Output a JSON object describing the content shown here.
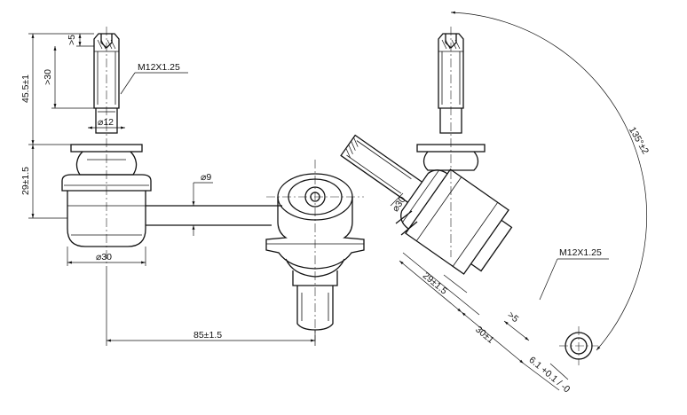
{
  "dimensions": {
    "tip_length": ">5",
    "thread_length": ">30",
    "stud_height": "45.5±1",
    "thread_spec": "M12X1.25",
    "neck_diameter": "⌀12",
    "body_height": "29±1.5",
    "body_diameter": "⌀30",
    "rod_diameter": "⌀9",
    "center_distance": "85±1.5",
    "body_diameter_rotated": "⌀30",
    "body_height_rotated": "29±1.5",
    "thread_spec_rotated": "M12X1.25",
    "tip_length_rotated": ">5",
    "thread_length_rotated": "30±1",
    "hole_offset_rotated": "6.1 +0.1 / -0",
    "swing_angle": "135°±2"
  }
}
